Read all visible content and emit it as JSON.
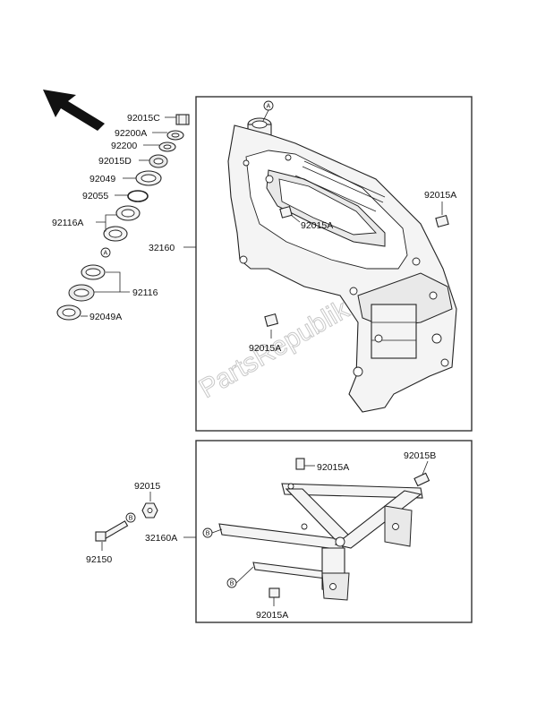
{
  "parts": {
    "p92015C": "92015C",
    "p92200A": "92200A",
    "p92200": "92200",
    "p92015D": "92015D",
    "p92049": "92049",
    "p92055": "92055",
    "p92116A": "92116A",
    "p92116": "92116",
    "p92049A": "92049A",
    "p32160": "32160",
    "p92015A_1": "92015A",
    "p92015A_2": "92015A",
    "p92015A_3": "92015A",
    "p92015A_4": "92015A",
    "p92015A_5": "92015A",
    "p92015B": "92015B",
    "p92015": "92015",
    "p92150": "92150",
    "p32160A": "32160A"
  },
  "callouts": {
    "a1": "A",
    "a2": "A",
    "b1": "B",
    "b2": "B",
    "b3": "B"
  },
  "watermark": "PartsRepublik",
  "icons": {
    "direction": "front-direction-arrow-icon"
  }
}
